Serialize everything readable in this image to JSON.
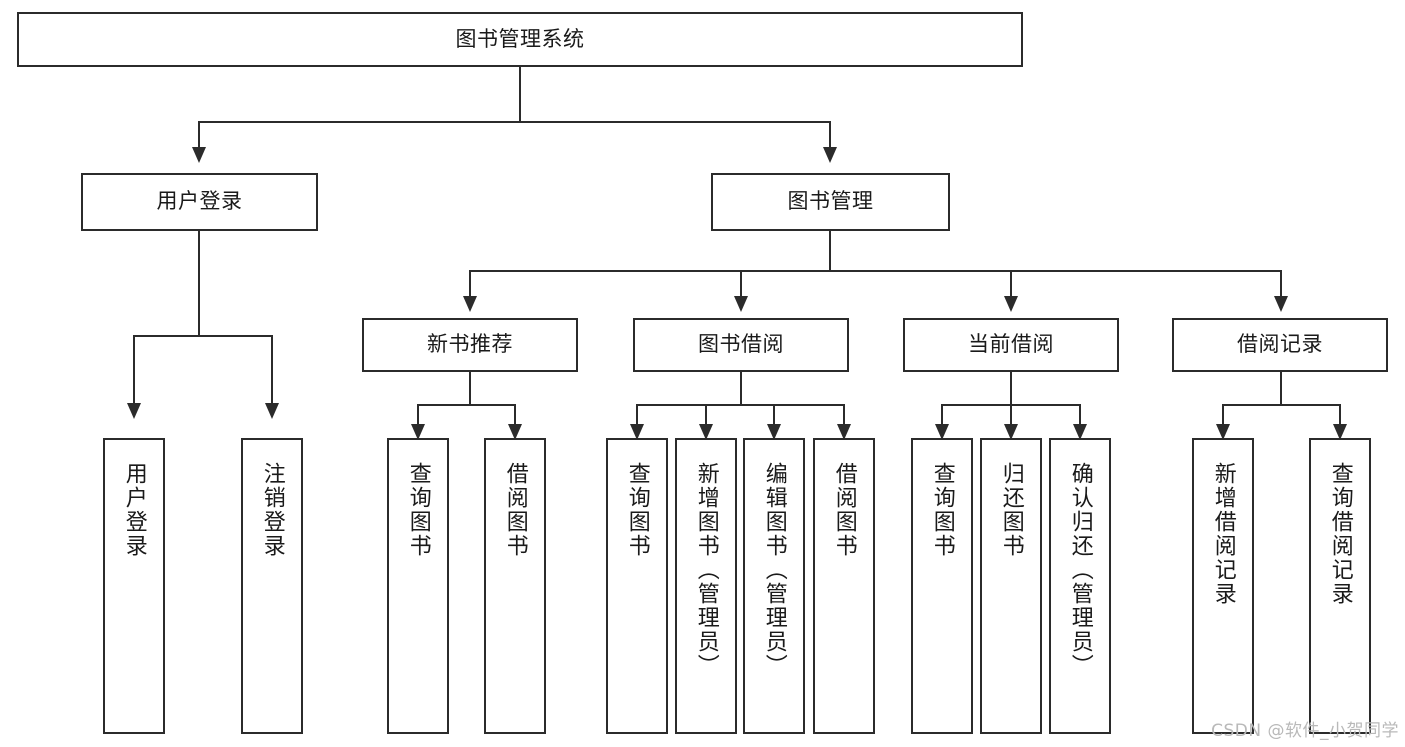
{
  "diagram": {
    "title": "图书管理系统",
    "type": "hierarchy-tree",
    "levels": 4,
    "root": {
      "id": "root",
      "label": "图书管理系统"
    },
    "level2": [
      {
        "id": "user-login",
        "label": "用户登录"
      },
      {
        "id": "book-manage",
        "label": "图书管理"
      }
    ],
    "level3": [
      {
        "id": "new-book-recommend",
        "label": "新书推荐",
        "parent": "book-manage"
      },
      {
        "id": "book-borrow",
        "label": "图书借阅",
        "parent": "book-manage"
      },
      {
        "id": "current-borrow",
        "label": "当前借阅",
        "parent": "book-manage"
      },
      {
        "id": "borrow-record",
        "label": "借阅记录",
        "parent": "book-manage"
      }
    ],
    "leaves": {
      "user_login": [
        {
          "id": "leaf-user-login",
          "label": "用户登录"
        },
        {
          "id": "leaf-logout",
          "label": "注销登录"
        }
      ],
      "new_book_recommend": [
        {
          "id": "leaf-query-book-1",
          "label": "查询图书"
        },
        {
          "id": "leaf-borrow-book-1",
          "label": "借阅图书"
        }
      ],
      "book_borrow": [
        {
          "id": "leaf-query-book-2",
          "label": "查询图书"
        },
        {
          "id": "leaf-add-book",
          "label": "新增图书（管理员）"
        },
        {
          "id": "leaf-edit-book",
          "label": "编辑图书（管理员）"
        },
        {
          "id": "leaf-borrow-book-2",
          "label": "借阅图书"
        }
      ],
      "current_borrow": [
        {
          "id": "leaf-query-book-3",
          "label": "查询图书"
        },
        {
          "id": "leaf-return-book",
          "label": "归还图书"
        },
        {
          "id": "leaf-confirm-return",
          "label": "确认归还（管理员）"
        }
      ],
      "borrow_record": [
        {
          "id": "leaf-add-record",
          "label": "新增借阅记录"
        },
        {
          "id": "leaf-query-record",
          "label": "查询借阅记录"
        }
      ]
    },
    "colors": {
      "stroke": "#2b2b2b",
      "text": "#1a1a1a",
      "background": "#ffffff",
      "watermark": "#b9b9b9"
    }
  },
  "watermark": {
    "text": "CSDN @软件_小贺同学"
  }
}
